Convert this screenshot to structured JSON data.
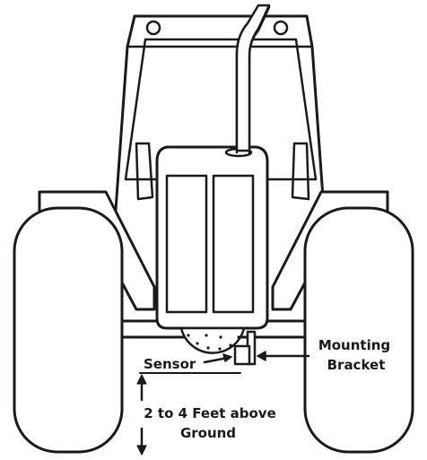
{
  "labels": {
    "sensor": "Sensor",
    "mounting_line1": "Mounting",
    "mounting_line2": "Bracket",
    "height_line1": "2 to 4 Feet above",
    "height_line2": "Ground"
  },
  "colors": {
    "stroke": "#1a1a1a",
    "fill": "#ffffff"
  }
}
